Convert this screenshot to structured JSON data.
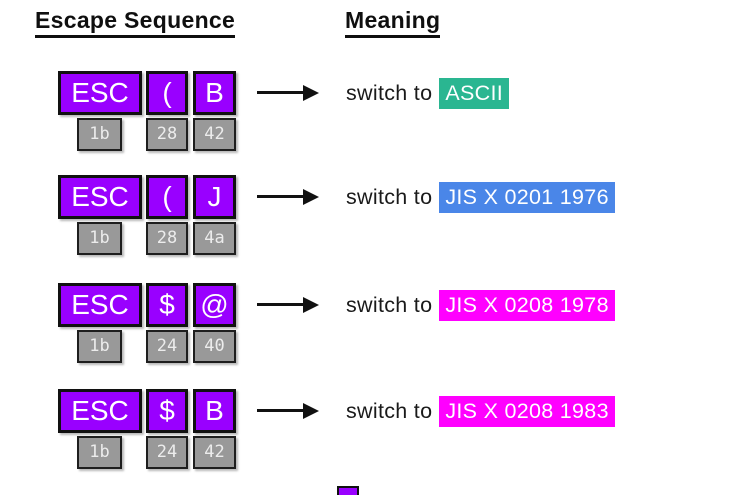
{
  "header": {
    "escape_sequence": "Escape Sequence",
    "meaning": "Meaning"
  },
  "rows": [
    {
      "bytes": [
        {
          "char": "ESC",
          "hex": "1b"
        },
        {
          "char": "(",
          "hex": "28"
        },
        {
          "char": "B",
          "hex": "42"
        }
      ],
      "prefix": "switch to",
      "target": "ASCII",
      "highlight": "#2ab691"
    },
    {
      "bytes": [
        {
          "char": "ESC",
          "hex": "1b"
        },
        {
          "char": "(",
          "hex": "28"
        },
        {
          "char": "J",
          "hex": "4a"
        }
      ],
      "prefix": "switch to",
      "target": "JIS X 0201 1976",
      "highlight": "#4a86e8"
    },
    {
      "bytes": [
        {
          "char": "ESC",
          "hex": "1b"
        },
        {
          "char": "$",
          "hex": "24"
        },
        {
          "char": "@",
          "hex": "40"
        }
      ],
      "prefix": "switch to",
      "target": "JIS X 0208 1978",
      "highlight": "#ff00ff"
    },
    {
      "bytes": [
        {
          "char": "ESC",
          "hex": "1b"
        },
        {
          "char": "$",
          "hex": "24"
        },
        {
          "char": "B",
          "hex": "42"
        }
      ],
      "prefix": "switch to",
      "target": "JIS X 0208 1983",
      "highlight": "#ff00ff"
    }
  ],
  "colors": {
    "byte_box": "#9900ff",
    "hex_box": "#999999",
    "border": "#111111",
    "text_on_box": "#ffffff",
    "body_text": "#1a1a1a"
  }
}
